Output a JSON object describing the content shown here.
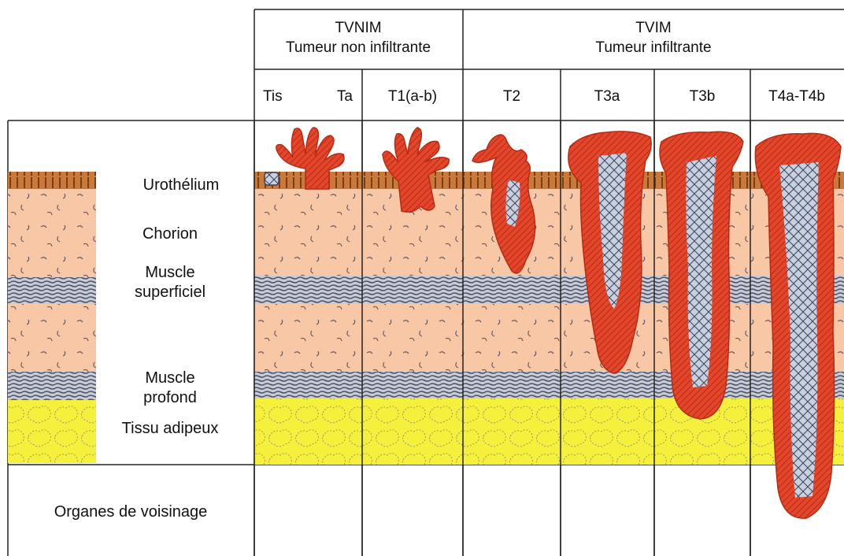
{
  "header": {
    "groups": [
      {
        "code": "TVNIM",
        "desc": "Tumeur non infiltrante"
      },
      {
        "code": "TVIM",
        "desc": "Tumeur infiltrante"
      }
    ],
    "stages": [
      "Tis",
      "Ta",
      "T1(a-b)",
      "T2",
      "T3a",
      "T3b",
      "T4a-T4b"
    ]
  },
  "layers": {
    "urothelium": "Urothélium",
    "chorion": "Chorion",
    "muscle_superficiel_1": "Muscle",
    "muscle_superficiel_2": "superficiel",
    "muscle_profond_1": "Muscle",
    "muscle_profond_2": "profond",
    "tissu_adipeux": "Tissu adipeux",
    "organes": "Organes de voisinage"
  },
  "colors": {
    "urothelium": "#c9793a",
    "chorion": "#f8c7a5",
    "muscle": "#8a93a8",
    "adipose": "#f5f03c",
    "tumor": "#e2472c",
    "tumor_core": "#c9d0e0",
    "grid": "#222222"
  }
}
